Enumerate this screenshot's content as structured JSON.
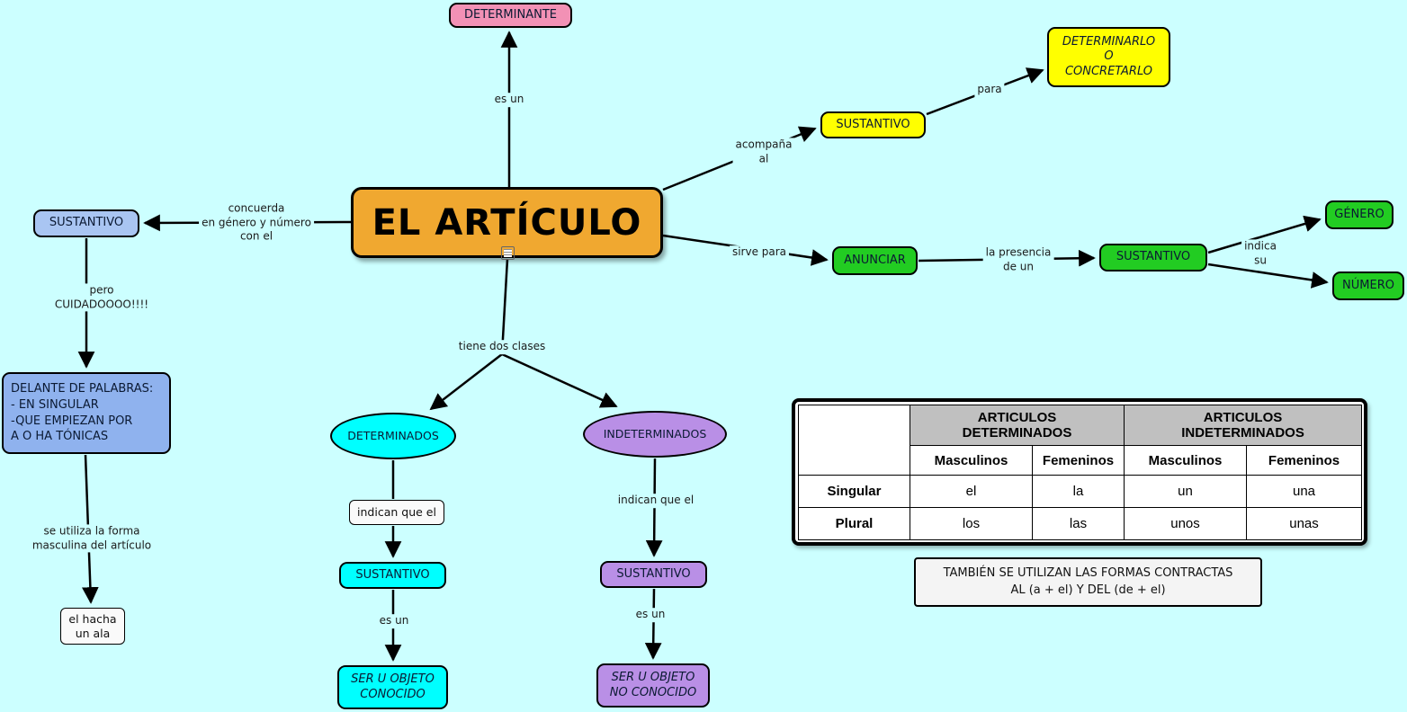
{
  "colors": {
    "background": "#CCFFFF",
    "main_node": "#F0A830",
    "pink": "#F291B5",
    "yellow": "#FFFF00",
    "green": "#22CC22",
    "light_blue": "#A9C5F2",
    "blue": "#8FB2EE",
    "cyan": "#00FFFF",
    "purple": "#B98FE6",
    "table_header_gray": "#C0C0C0"
  },
  "main": {
    "title": "EL ARTÍCULO"
  },
  "nodes": {
    "determinante": "DETERMINANTE",
    "sustantivo_yellow": "SUSTANTIVO",
    "determinarlo": "DETERMINARLO\nO\nCONCRETARLO",
    "anunciar": "ANUNCIAR",
    "sustantivo_green": "SUSTANTIVO",
    "genero": "GÉNERO",
    "numero": "NÚMERO",
    "sustantivo_blue": "SUSTANTIVO",
    "delante": "DELANTE DE PALABRAS:\n- EN SINGULAR\n-QUE EMPIEZAN POR\nA O HA TÓNICAS",
    "ejemplos": "el hacha\nun ala",
    "determinados": "DETERMINADOS",
    "indeterminados": "INDETERMINADOS",
    "indican_det": "indican que el",
    "sustantivo_cyan": "SUSTANTIVO",
    "ser_conocido": "SER U OBJETO\nCONOCIDO",
    "sustantivo_purple": "SUSTANTIVO",
    "ser_no_conocido": "SER U OBJETO\nNO CONOCIDO"
  },
  "edges": {
    "es_un_top": "es un",
    "acompana_al": "acompaña\nal",
    "para": "para",
    "sirve_para": "sirve para",
    "la_presencia_de_un": "la presencia\nde un",
    "indica_su": "indica\nsu",
    "concuerda": "concuerda\nen género y número\ncon el",
    "pero_cuidado": "pero\nCUIDADOOOO!!!!",
    "se_utiliza": "se utiliza la forma\nmasculina del artículo",
    "tiene_dos_clases": "tiene dos clases",
    "indican_indet": "indican que el",
    "es_un_det": "es un",
    "es_un_indet": "es un"
  },
  "table": {
    "group_headers": [
      "ARTICULOS\nDETERMINADOS",
      "ARTICULOS\nINDETERMINADOS"
    ],
    "col_headers": [
      "Masculinos",
      "Femeninos",
      "Masculinos",
      "Femeninos"
    ],
    "rows": [
      {
        "label": "Singular",
        "values": [
          "el",
          "la",
          "un",
          "una"
        ]
      },
      {
        "label": "Plural",
        "values": [
          "los",
          "las",
          "unos",
          "unas"
        ]
      }
    ]
  },
  "note": "TAMBIÉN SE UTILIZAN LAS FORMAS CONTRACTAS\nAL (a + el) Y DEL (de + el)"
}
